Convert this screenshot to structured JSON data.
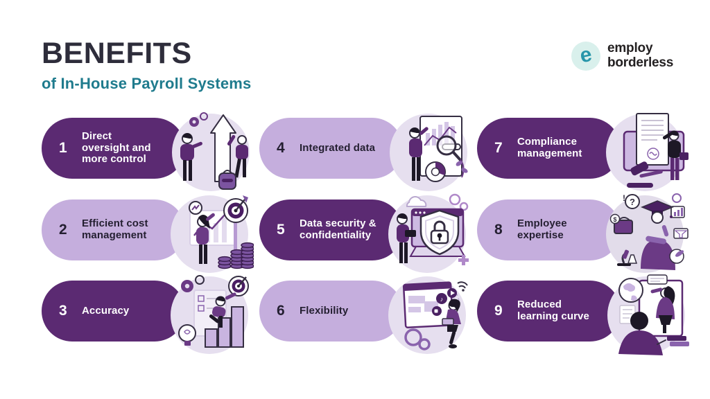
{
  "header": {
    "title": "BENEFITS",
    "subtitle": "of In-House Payroll Systems"
  },
  "logo": {
    "icon": "e",
    "line1": "employ",
    "line2": "borderless"
  },
  "colors": {
    "dark_purple": "#5b2a72",
    "light_purple": "#c5aedd",
    "blob_lavender": "#e6dfef",
    "teal_subtitle": "#1f7b8d",
    "heading_dark": "#2e2d3b",
    "logo_teal": "#2796aa",
    "logo_badge_bg": "#d9f0ec",
    "outline_ink": "#352e42",
    "background": "#ffffff"
  },
  "cards": [
    {
      "number": "1",
      "label": "Direct oversight and more control",
      "variant": "dark",
      "illustration": "growth-arrow"
    },
    {
      "number": "4",
      "label": "Integrated data",
      "variant": "light",
      "illustration": "data-analysis"
    },
    {
      "number": "7",
      "label": "Compliance management",
      "variant": "dark",
      "illustration": "legal-document"
    },
    {
      "number": "2",
      "label": "Efficient cost management",
      "variant": "light",
      "illustration": "target-coins"
    },
    {
      "number": "5",
      "label": "Data security & confidentiality",
      "variant": "dark",
      "illustration": "shield-lock"
    },
    {
      "number": "8",
      "label": "Employee expertise",
      "variant": "light",
      "illustration": "graduate"
    },
    {
      "number": "3",
      "label": "Accuracy",
      "variant": "dark",
      "illustration": "bars-target"
    },
    {
      "number": "6",
      "label": "Flexibility",
      "variant": "light",
      "illustration": "remote-work"
    },
    {
      "number": "9",
      "label": "Reduced learning curve",
      "variant": "dark",
      "illustration": "online-learning"
    }
  ]
}
